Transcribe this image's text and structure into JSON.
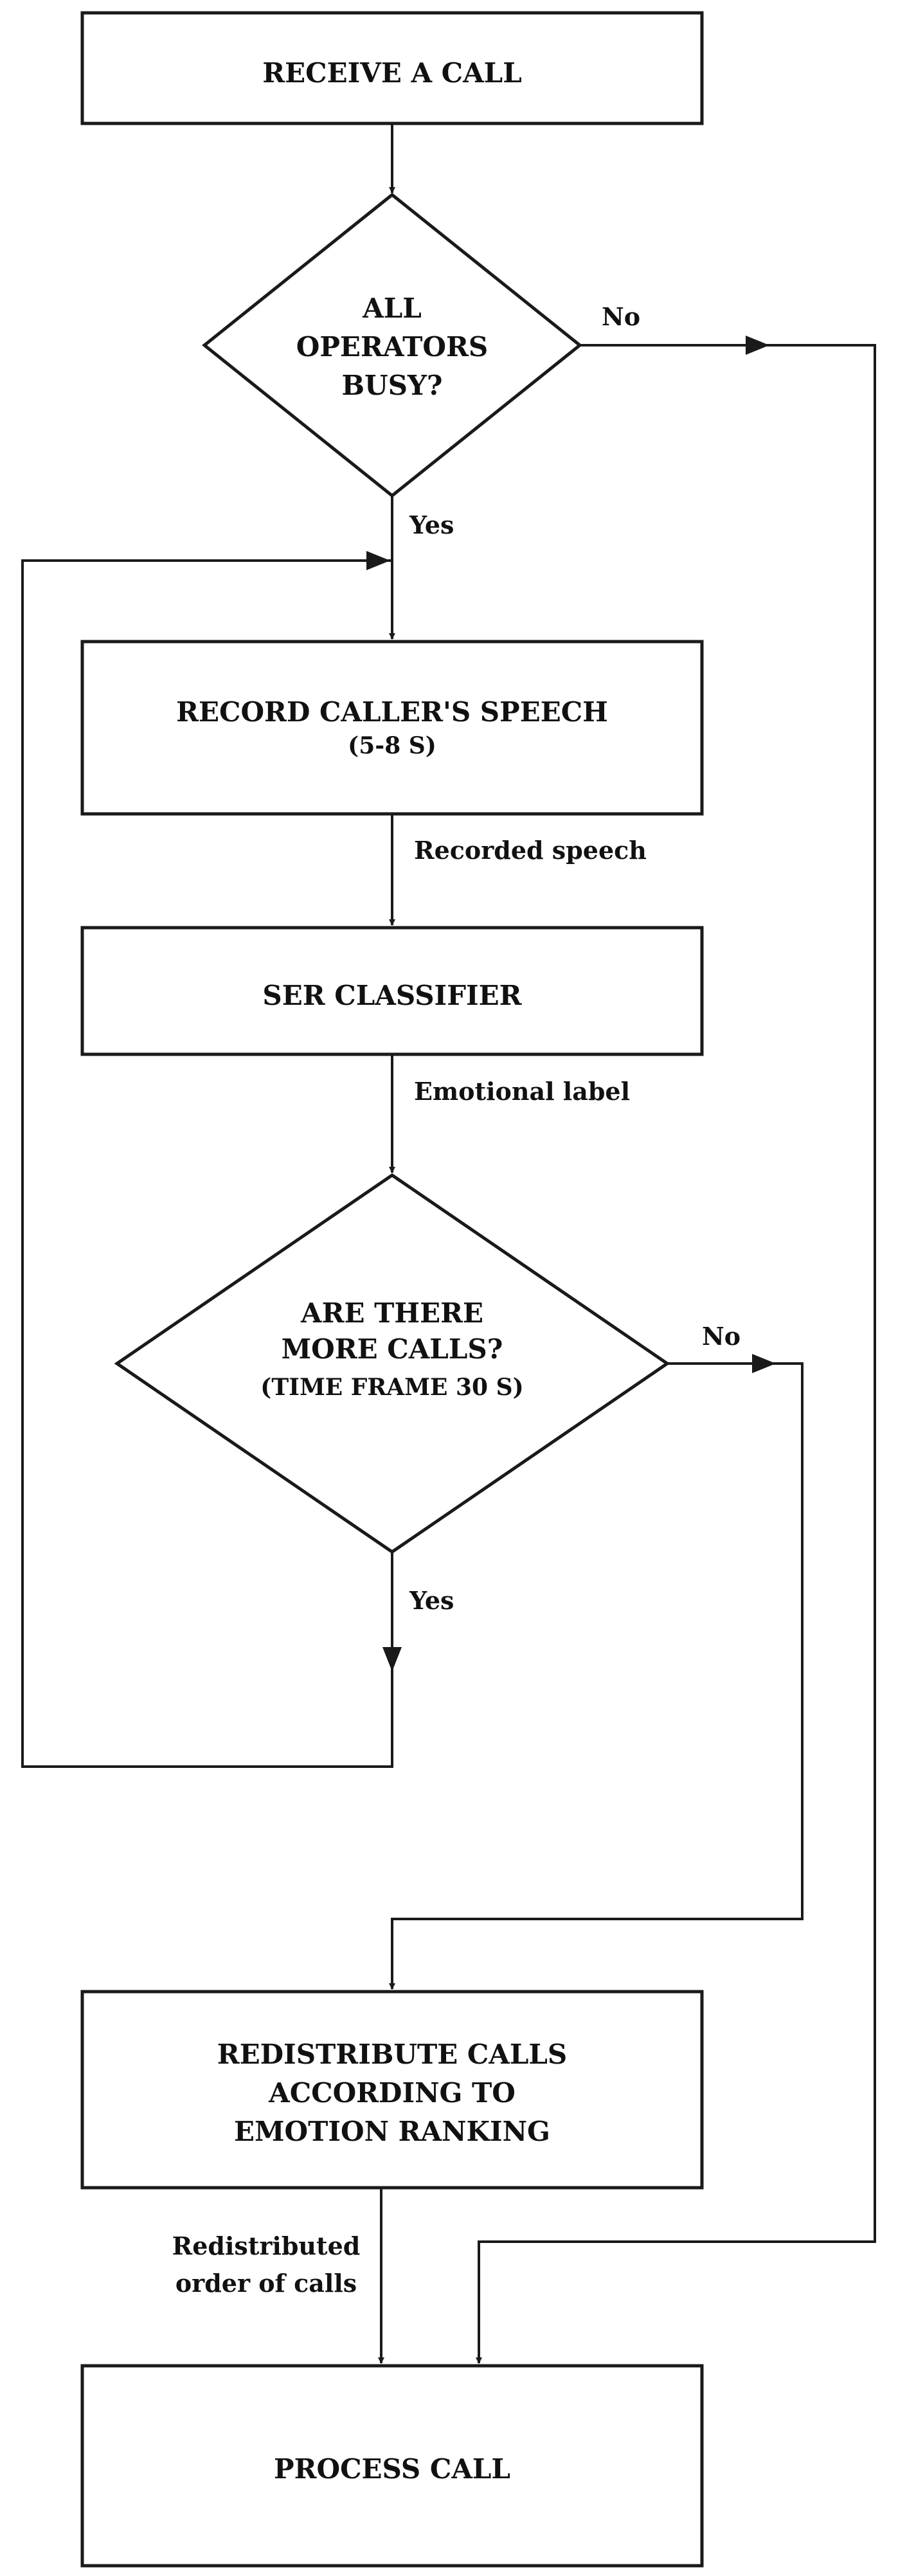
{
  "nodes": {
    "receive_call": {
      "lines": [
        "RECEIVE A CALL"
      ]
    },
    "all_operators_busy": {
      "lines": [
        "ALL",
        "OPERATORS",
        "BUSY?"
      ]
    },
    "record_speech": {
      "lines": [
        "RECORD CALLER'S SPEECH"
      ],
      "sub": "(5-8 S)"
    },
    "ser_classifier": {
      "lines": [
        "SER CLASSIFIER"
      ]
    },
    "more_calls": {
      "lines": [
        "ARE THERE",
        "MORE CALLS?"
      ],
      "sub": "(TIME FRAME 30 S)"
    },
    "redistribute": {
      "lines": [
        "REDISTRIBUTE CALLS",
        "ACCORDING TO",
        "EMOTION RANKING"
      ]
    },
    "process_call": {
      "lines": [
        "PROCESS CALL"
      ]
    }
  },
  "edges": {
    "busy_no": "No",
    "busy_yes": "Yes",
    "recorded_speech": "Recorded speech",
    "emotional_label": "Emotional label",
    "more_no": "No",
    "more_yes": "Yes",
    "redistributed_line1": "Redistributed",
    "redistributed_line2": "order of calls"
  }
}
